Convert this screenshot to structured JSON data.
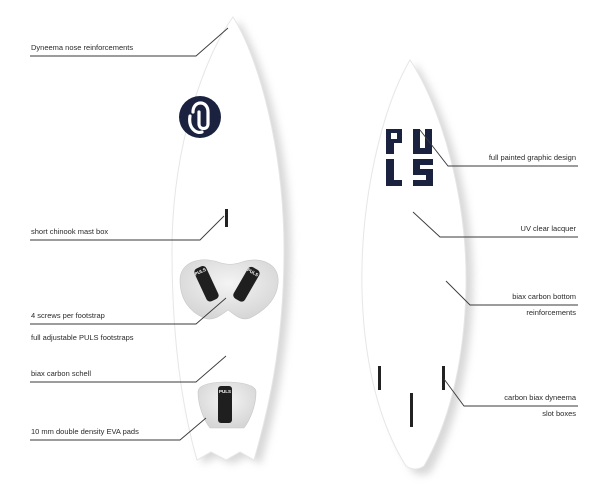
{
  "labels": {
    "nose": "Dyneema nose reinforcements",
    "mast": "short chinook mast box",
    "screws": "4 screws per footstrap",
    "straps": "full adjustable PULS footstraps",
    "shell": "biax carbon schell",
    "pads": "10 mm  double density EVA pads",
    "graphic": "full painted graphic design",
    "lacquer": "UV clear lacquer",
    "bottom_line1": "biax carbon bottom",
    "bottom_line2": "reinforcements",
    "fins_line1": "carbon biax dyneema",
    "fins_line2": "slot boxes"
  },
  "brand": {
    "logo_text": "PULS",
    "strap_text": "PULS",
    "colors": {
      "logo": "#1a2240",
      "board": "#ffffff",
      "leader": "#3a3a3a",
      "shadow": "#d8d8d8"
    }
  }
}
